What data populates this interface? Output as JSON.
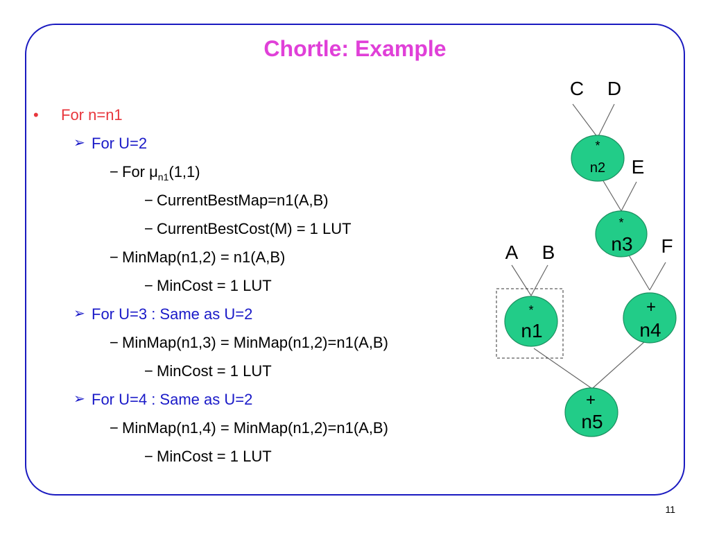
{
  "slide": {
    "title": "Chortle: Example",
    "page_number": "11"
  },
  "colors": {
    "title": "#e040d8",
    "level1": "#e8363c",
    "level2": "#1a1ac8",
    "body": "#000000",
    "frame": "#1a1ac0",
    "node_fill": "#22cc88",
    "node_stroke": "#1b8f5f",
    "edge": "#666666"
  },
  "outline": {
    "bullet_glyph": "•",
    "arrow_glyph": "➢",
    "dash_glyph": "−",
    "l1_for_n": "For n=n1",
    "l2_u2": "For U=2",
    "l3_mu_prefix": "For μ",
    "l3_mu_sub": "n1",
    "l3_mu_suffix": "(1,1)",
    "l4_current_best_map": "CurrentBestMap=n1(A,B)",
    "l4_current_best_cost": "CurrentBestCost(M) = 1 LUT",
    "l3_minmap_12": "MinMap(n1,2) = n1(A,B)",
    "l4_mincost_a": "MinCost = 1 LUT",
    "l2_u3": "For U=3 : Same as U=2",
    "l3_minmap_13": "MinMap(n1,3) = MinMap(n1,2)=n1(A,B)",
    "l4_mincost_b": "MinCost = 1 LUT",
    "l2_u4": "For U=4 : Same as U=2",
    "l3_minmap_14": "MinMap(n1,4) = MinMap(n1,2)=n1(A,B)",
    "l4_mincost_c": "MinCost = 1 LUT"
  },
  "diagram": {
    "inputs": {
      "C": "C",
      "D": "D",
      "E": "E",
      "F": "F",
      "A": "A",
      "B": "B"
    },
    "nodes": {
      "n2": {
        "op": "*",
        "name": "n2"
      },
      "n3": {
        "op": "*",
        "name": "n3"
      },
      "n1": {
        "op": "*",
        "name": "n1"
      },
      "n4": {
        "op": "+",
        "name": "n4"
      },
      "n5": {
        "op": "+",
        "name": "n5"
      }
    }
  }
}
